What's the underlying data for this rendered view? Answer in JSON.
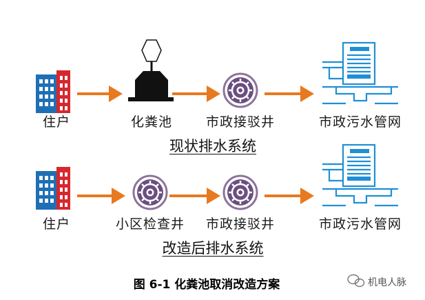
{
  "diagram": {
    "rows": [
      {
        "nodes": [
          "住户",
          "化粪池",
          "市政接驳井",
          "市政污水管网"
        ],
        "system_label": "现状排水系统"
      },
      {
        "nodes": [
          "住户",
          "小区检查井",
          "市政接驳井",
          "市政污水管网"
        ],
        "system_label": "改造后排水系统"
      }
    ],
    "caption": "图 6-1  化粪池取消改造方案",
    "watermark": "机电人脉"
  },
  "colors": {
    "arrow": "#e8791f",
    "manhole_fill": "#6b4f7f",
    "manhole_ring": "#8c7399",
    "network_blue": "#1e8fd6",
    "building_blue": "#1f6fb5",
    "building_red": "#d6282e",
    "septic_black": "#111111"
  },
  "icons": [
    "residential-building-icon",
    "septic-tank-icon",
    "manhole-icon",
    "municipal-sewer-network-icon",
    "wechat-icon"
  ]
}
